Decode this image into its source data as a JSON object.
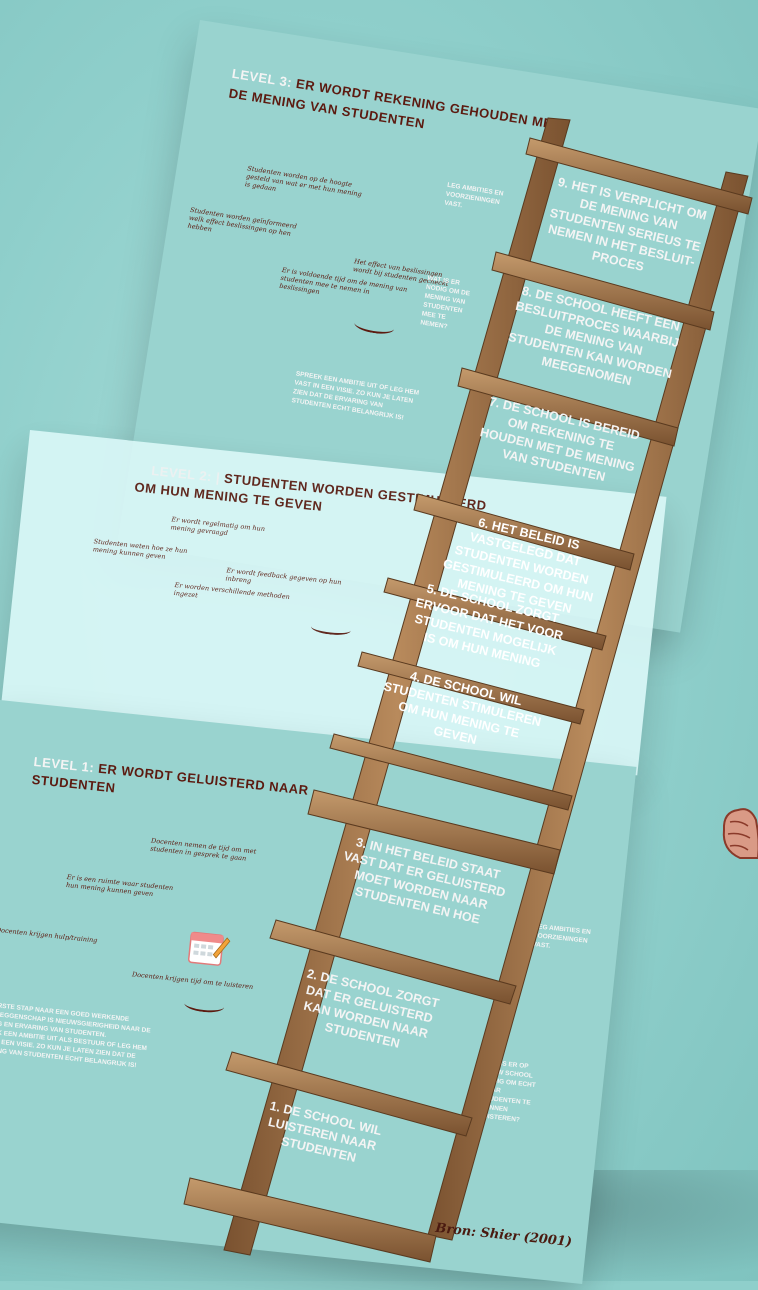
{
  "level3": {
    "title_level": "LEVEL 3:",
    "title_rest_1": "ER WORDT REKENING GEHOUDEN MET",
    "title_rest_2": "DE MENING VAN STUDENTEN",
    "notes": [
      "Studenten worden op de hoogte gesteld van wat er met hun mening is gedaan",
      "Studenten worden geïnformeerd welk effect beslissingen op hen hebben",
      "Er is voldoende tijd om de mening van studenten mee te nemen in beslissingen",
      "Het effect van beslissingen wordt bij studenten gecheckt"
    ],
    "side_top": "LEG AMBITIES EN\nVOORZIENINGEN\nVAST.",
    "side_mid": "WAT IS ER\nNODIG OM DE\nMENING VAN\nSTUDENTEN\nMEE TE\nNEMEN?",
    "ambition": "SPREEK EEN AMBITIE UIT OF LEG HEM\nVAST IN EEN VISIE. ZO KUN JE LATEN\nZIEN DAT DE ERVARING VAN\nSTUDENTEN ECHT BELANGRIJK IS!",
    "step9": "9. HET IS VERPLICHT OM\nDE MENING VAN\nSTUDENTEN SERIEUS TE\nNEMEN IN HET BESLUIT-\nPROCES",
    "step8": "8. DE SCHOOL HEEFT EEN\nBESLUITPROCES WAARBIJ\nDE MENING VAN\nSTUDENTEN KAN WORDEN\nMEEGENOMEN",
    "step7": "7. DE SCHOOL IS BEREID\nOM REKENING TE\nHOUDEN MET DE MENING\nVAN STUDENTEN"
  },
  "level2": {
    "title_level": "LEVEL 2:",
    "title_rest_1": "STUDENTEN WORDEN GESTIMULEERD",
    "title_rest_2": "OM HUN MENING TE GEVEN",
    "notes": [
      "Er wordt regelmatig om hun mening gevraagd",
      "Studenten weten hoe ze hun mening kunnen geven",
      "Er worden verschillende methoden ingezet",
      "Er wordt feedback gegeven op hun inbreng"
    ],
    "step6": "6. HET BELEID IS\nVASTGELEGD DAT\nSTUDENTEN WORDEN\nGESTIMULEERD OM HUN\nMENING TE GEVEN",
    "step5": "5. DE SCHOOL ZORGT\nERVOOR DAT HET VOOR\nSTUDENTEN MOGELIJK\nIS OM HUN MENING",
    "step4": "4. DE SCHOOL WIL\nSTUDENTEN STIMULEREN\nOM HUN MENING TE\nGEVEN"
  },
  "level1": {
    "title_level": "LEVEL 1:",
    "title_rest_1": "ER WORDT GELUISTERD NAAR",
    "title_rest_2": "STUDENTEN",
    "notes": [
      "Docenten nemen de tijd om met studenten in gesprek te gaan",
      "Er is een ruimte waar studenten hun mening kunnen geven",
      "Docenten krijgen hulp/training",
      "Docenten krijgen tijd om te luisteren"
    ],
    "side_top": "LEG AMBITIES EN\nVOORZIENINGEN\nVAST.",
    "side_mid": "WAT IS ER OP\nJOUW SCHOOL\nNODIG OM ECHT\nNAAR\nSTUDENTEN TE\nKUNNEN\nLUISTEREN?",
    "bottom_left": "DE EERSTE STAP NAAR EEN GOED WERKENDE\nMEDEZEGGENSCHAP IS NIEUWSGIERIGHEID NAAR DE\nMENING EN ERVARING VAN STUDENTEN.\nSPREEK EEN AMBITIE UIT ALS BESTUUR OF LEG HEM\nVAST IN EEN VISIE. ZO KUN JE LATEN ZIEN DAT DE\nERVARING VAN STUDENTEN ECHT BELANGRIJK IS!",
    "step3": "3. IN HET BELEID STAAT\nVAST DAT ER GELUISTERD\nMOET WORDEN NAAR\nSTUDENTEN EN HOE",
    "step2": "2. DE SCHOOL ZORGT\nDAT ER GELUISTERD\nKAN WORDEN NAAR\nSTUDENTEN",
    "step1": "1. DE SCHOOL WIL\nLUISTEREN NAAR\nSTUDENTEN"
  },
  "source": "Bron: Shier (2001)",
  "colors": {
    "background": "#8fcfcb",
    "panel": "#99d3cf",
    "title_dark": "#5c1a10",
    "wood": "#a0724a"
  },
  "icons": [
    "calendar-pencil-icon",
    "fist-icon",
    "ladder-graphic"
  ]
}
